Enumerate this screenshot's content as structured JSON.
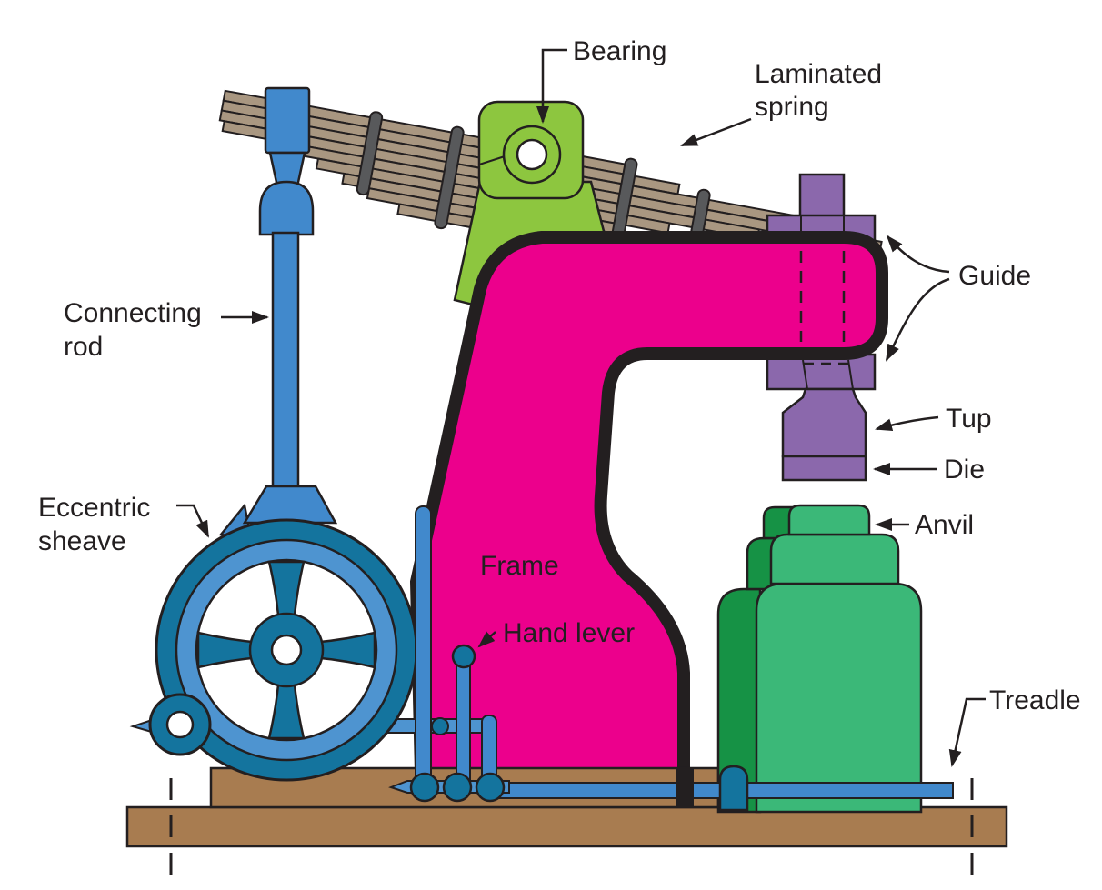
{
  "labels": {
    "bearing": "Bearing",
    "laminated_spring_line1": "Laminated",
    "laminated_spring_line2": "spring",
    "connecting_rod_line1": "Connecting",
    "connecting_rod_line2": "rod",
    "eccentric_sheave_line1": "Eccentric",
    "eccentric_sheave_line2": "sheave",
    "guide": "Guide",
    "tup": "Tup",
    "die": "Die",
    "anvil": "Anvil",
    "frame": "Frame",
    "hand_lever": "Hand lever",
    "treadle": "Treadle"
  },
  "colors": {
    "frame_pink": "#EC008C",
    "outline_black": "#231F20",
    "bearing_green": "#8DC63F",
    "spring_tan": "#A99781",
    "clamp_gray": "#58595B",
    "rod_blue": "#4189CC",
    "wheel_inner_blue": "#4E94D0",
    "wheel_dark_teal": "#14749E",
    "guide_purple": "#8B68AC",
    "anvil_green": "#3BB878",
    "anvil_dark_green": "#169245",
    "base_brown": "#A87C50"
  }
}
